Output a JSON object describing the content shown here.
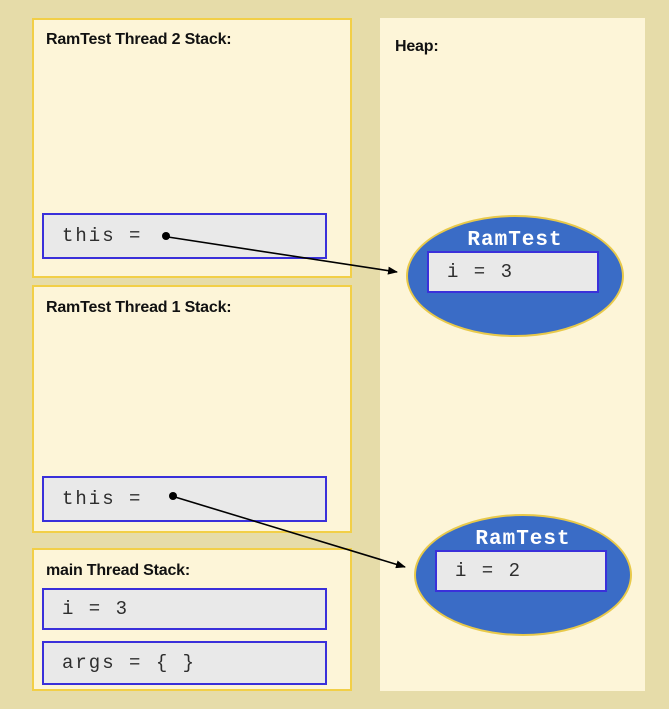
{
  "diagram": {
    "background_color": "#e6dca9",
    "panel_fill": "#fdf5d8",
    "panel_border": "#f2cf47",
    "slot_fill": "#e9e9e9",
    "slot_border": "#3a30da",
    "heap_object_fill": "#3a6cc6",
    "heap_object_border": "#e8c94a",
    "heap_object_label_color": "#ffffff"
  },
  "stacks": [
    {
      "id": "thread2",
      "title": "RamTest Thread 2 Stack:",
      "slots": [
        {
          "label": "this = "
        }
      ]
    },
    {
      "id": "thread1",
      "title": "RamTest Thread 1 Stack:",
      "slots": [
        {
          "label": "this = "
        }
      ]
    },
    {
      "id": "main",
      "title": "main Thread Stack:",
      "slots": [
        {
          "label": "i = 3"
        },
        {
          "label": "args = { }"
        }
      ]
    }
  ],
  "heap": {
    "title": "Heap:",
    "objects": [
      {
        "id": "ramtest-top",
        "class_name": "RamTest",
        "fields": [
          {
            "label": "i = 3"
          }
        ]
      },
      {
        "id": "ramtest-bottom",
        "class_name": "RamTest",
        "fields": [
          {
            "label": "i = 2"
          }
        ]
      }
    ]
  },
  "references": [
    {
      "from": "thread2.this",
      "to": "ramtest-top"
    },
    {
      "from": "thread1.this",
      "to": "ramtest-bottom"
    }
  ]
}
